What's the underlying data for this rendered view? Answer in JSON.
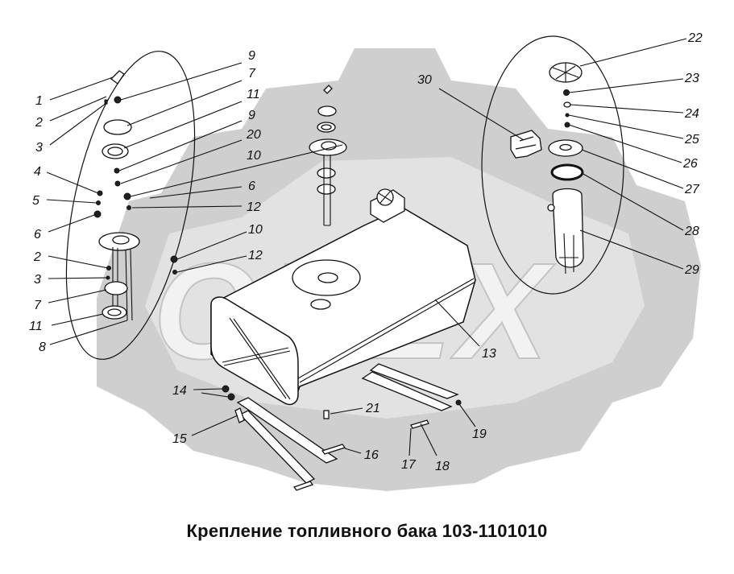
{
  "title": "Крепление топливного бака 103-1101010",
  "watermark": {
    "letters": "OPEX",
    "gear_color": "#cfcfcf",
    "letter_color": "#e6e6e6"
  },
  "callouts": {
    "c1": "1",
    "c2a": "2",
    "c3a": "3",
    "c4": "4",
    "c5": "5",
    "c6a": "6",
    "c2b": "2",
    "c3b": "3",
    "c7a": "7",
    "c11a": "11",
    "c8": "8",
    "c9a": "9",
    "c7b": "7",
    "c11b": "11",
    "c9b": "9",
    "c20": "20",
    "c10a": "10",
    "c6b": "6",
    "c12a": "12",
    "c10b": "10",
    "c12b": "12",
    "c30": "30",
    "c13": "13",
    "c14": "14",
    "c15": "15",
    "c16": "16",
    "c21": "21",
    "c17": "17",
    "c18": "18",
    "c19": "19",
    "c22": "22",
    "c23": "23",
    "c24": "24",
    "c25": "25",
    "c26": "26",
    "c27": "27",
    "c28": "28",
    "c29": "29"
  }
}
